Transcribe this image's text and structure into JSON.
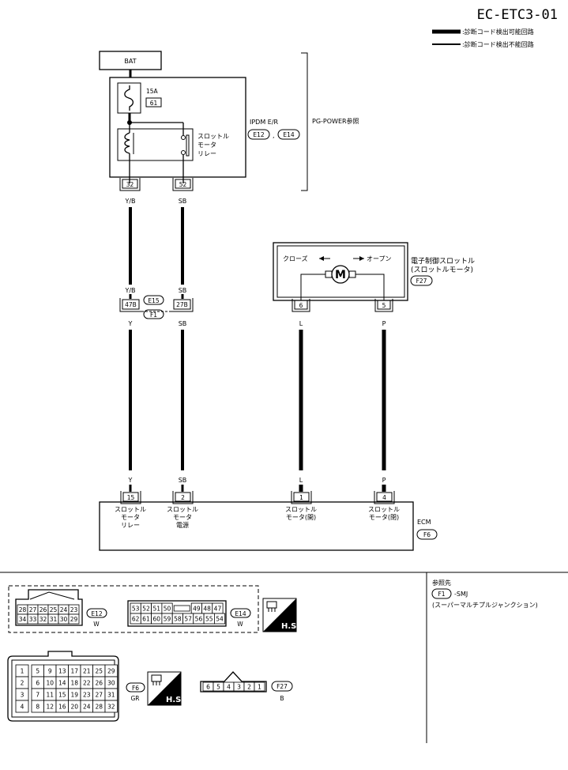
{
  "diagram": {
    "code": "EC-ETC3-01",
    "legend": [
      {
        "label": ":診断コード検出可能回路"
      },
      {
        "label": ":診断コード検出不能回路"
      }
    ],
    "bat_label": "BAT",
    "fuse": {
      "rating": "15A",
      "number": "61"
    },
    "relay_label": [
      "スロットル",
      "モータ",
      "リレー"
    ],
    "ipdm": {
      "name": "IPDM E/R",
      "connectors": [
        "E12",
        "E14"
      ],
      "sep": ","
    },
    "pg_power_ref": "PG-POWER参照",
    "ipdm_pins": [
      "32",
      "52"
    ],
    "wire_colors_top": [
      "Y/B",
      "SB"
    ],
    "wire_colors_mid_upper": [
      "Y/B",
      "SB"
    ],
    "joint_pins": [
      "47B",
      "27B"
    ],
    "joint_connectors": [
      "E15",
      "F1"
    ],
    "wire_colors_mid_lower": [
      "Y",
      "SB"
    ],
    "throttle": {
      "name": "電子制御スロットル",
      "sub": "(スロットルモータ)",
      "connector": "F27",
      "close_label": "クローズ",
      "open_label": "オープン",
      "motor_symbol": "M",
      "pins": [
        "6",
        "5"
      ],
      "wire_colors": [
        "L",
        "P"
      ]
    },
    "ecm": {
      "name": "ECM",
      "connector": "F6",
      "wire_colors": [
        "Y",
        "SB",
        "L",
        "P"
      ],
      "pins": [
        "15",
        "2",
        "1",
        "4"
      ],
      "pin_labels": [
        [
          "スロットル",
          "モータ",
          "リレー"
        ],
        [
          "スロットル",
          "モータ",
          "電源"
        ],
        [
          "スロットル",
          "モータ(開)"
        ],
        [
          "スロットル",
          "モータ(閉)"
        ]
      ]
    }
  },
  "connectors": {
    "e12": {
      "id": "E12",
      "color": "W",
      "row1": [
        "28",
        "27",
        "26",
        "25",
        "24",
        "23"
      ],
      "row2": [
        "34",
        "33",
        "32",
        "31",
        "30",
        "29"
      ]
    },
    "e14": {
      "id": "E14",
      "color": "W",
      "row1": [
        "53",
        "52",
        "51",
        "50",
        "",
        "49",
        "48",
        "47"
      ],
      "row2": [
        "62",
        "61",
        "60",
        "59",
        "58",
        "57",
        "56",
        "55",
        "54"
      ]
    },
    "f6": {
      "id": "F6",
      "color": "GR",
      "rows": [
        [
          "1",
          "5",
          "9",
          "13",
          "17",
          "21",
          "25",
          "29"
        ],
        [
          "2",
          "6",
          "10",
          "14",
          "18",
          "22",
          "26",
          "30"
        ],
        [
          "3",
          "7",
          "11",
          "15",
          "19",
          "23",
          "27",
          "31"
        ],
        [
          "4",
          "8",
          "12",
          "16",
          "20",
          "24",
          "28",
          "32"
        ]
      ]
    },
    "f27": {
      "id": "F27",
      "color": "B",
      "pins": [
        "6",
        "5",
        "4",
        "3",
        "2",
        "1"
      ]
    },
    "hs_label": "H.S."
  },
  "reference": {
    "title": "参照先",
    "connector": "F1",
    "suffix": "-SMJ",
    "desc": "(スーパーマルチプルジャンクション)"
  }
}
